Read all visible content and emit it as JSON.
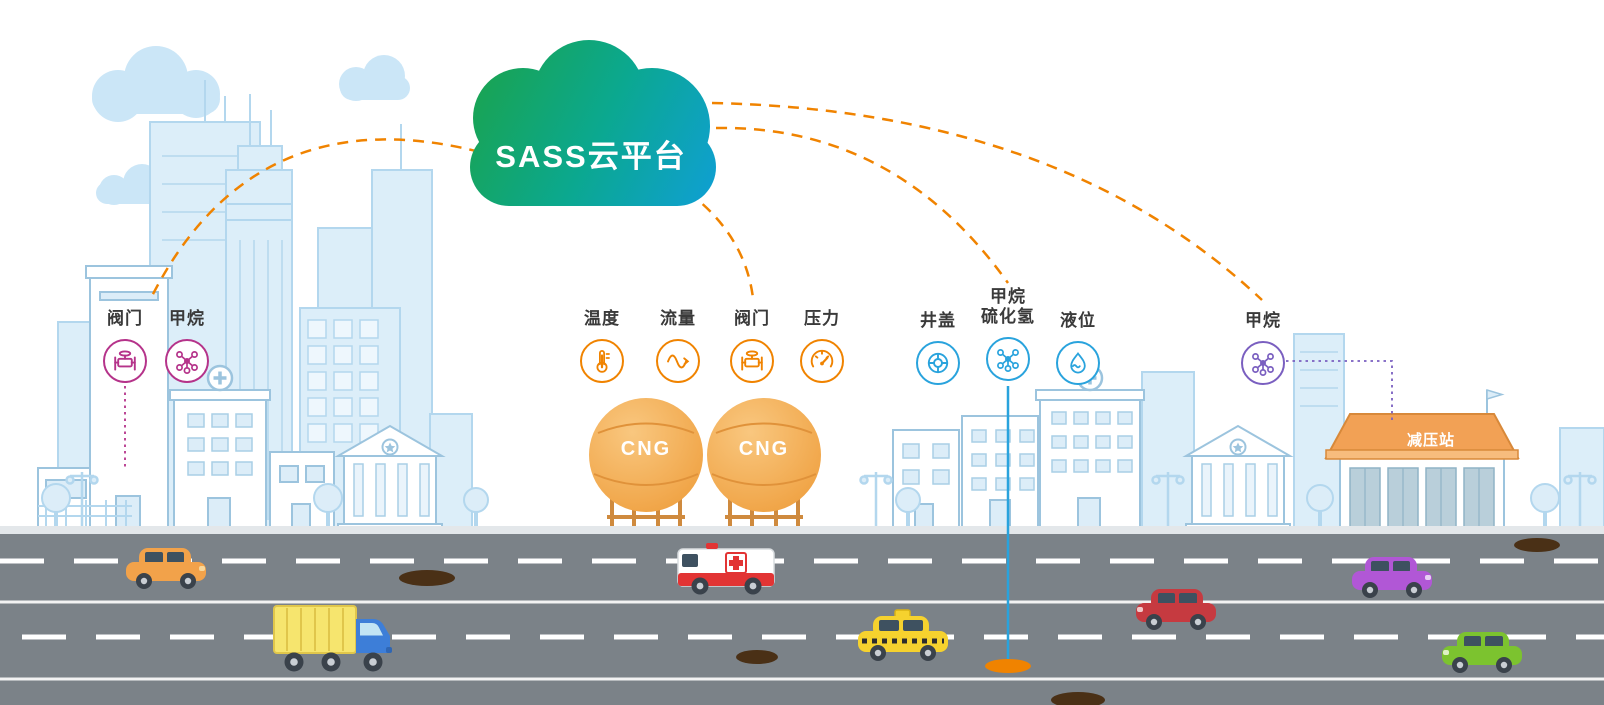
{
  "cloud": {
    "label": "SASS云平台"
  },
  "colors": {
    "cloud_gradient_start": "#1aa34e",
    "cloud_gradient_end": "#0f9fd6",
    "connection_line_orange": "#f08300",
    "group_city_accent": "#b5338a",
    "group_cng_accent": "#f08300",
    "group_manhole_accent": "#29a3dd",
    "group_station_accent": "#7a5fc0",
    "tank_orange": "#ef9c39",
    "road_gray": "#7b8288"
  },
  "groups": {
    "city": {
      "sensors": [
        {
          "label": "阀门",
          "icon": "valve-icon"
        },
        {
          "label": "甲烷",
          "icon": "molecule-icon"
        }
      ]
    },
    "cng": {
      "sensors": [
        {
          "label": "温度",
          "icon": "thermometer-icon"
        },
        {
          "label": "流量",
          "icon": "flow-icon"
        },
        {
          "label": "阀门",
          "icon": "valve-icon"
        },
        {
          "label": "压力",
          "icon": "gauge-icon"
        }
      ]
    },
    "manhole": {
      "sensors": [
        {
          "label": "井盖",
          "icon": "manhole-icon"
        },
        {
          "label": "甲烷",
          "label2": "硫化氢",
          "icon": "molecule-icon"
        },
        {
          "label": "液位",
          "icon": "level-icon"
        }
      ]
    },
    "station": {
      "sensors": [
        {
          "label": "甲烷",
          "icon": "molecule-icon"
        }
      ]
    }
  },
  "tanks": {
    "tank1_label": "CNG",
    "tank2_label": "CNG"
  },
  "pressure_station": {
    "label": "减压站"
  }
}
